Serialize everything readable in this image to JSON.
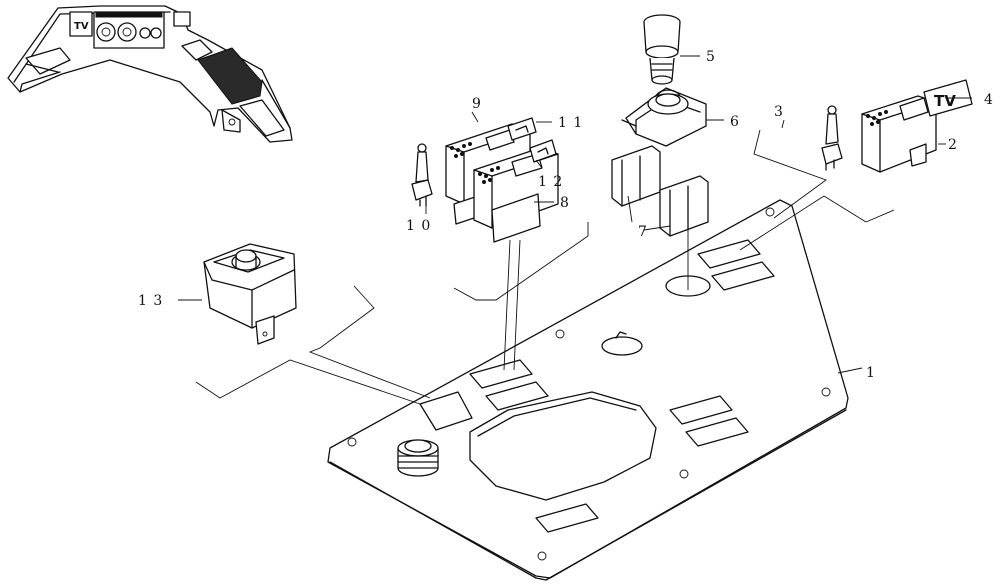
{
  "callouts": {
    "c1": "1",
    "c2": "2",
    "c3": "3",
    "c4": "4",
    "c5": "5",
    "c6": "6",
    "c7": "7",
    "c8": "8",
    "c9": "9",
    "c10": "1 0",
    "c11": "1 1",
    "c12": "1 2",
    "c13": "1 3"
  },
  "decal": {
    "text": "TV"
  },
  "dash_badge": {
    "text": "TV"
  }
}
